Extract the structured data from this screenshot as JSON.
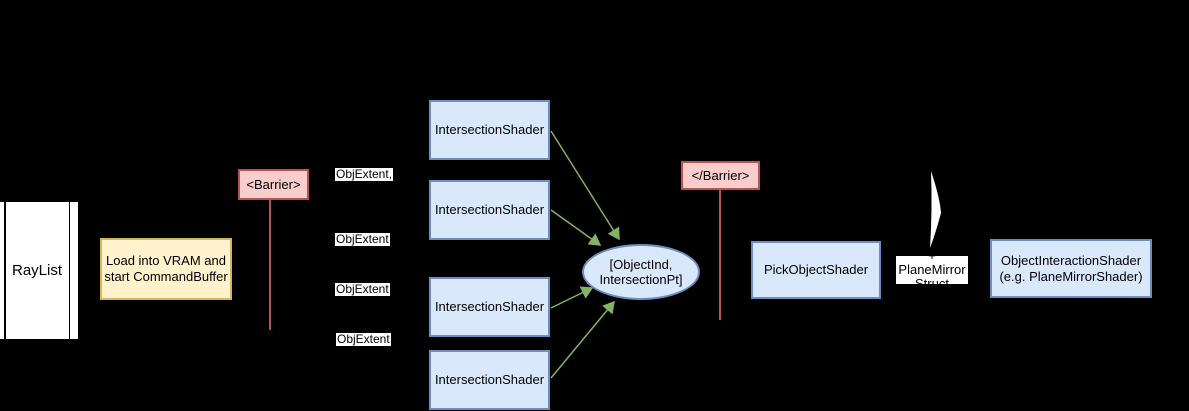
{
  "colors": {
    "background": "#000000",
    "blue_fill": "#dae8fc",
    "blue_border": "#6c8ebf",
    "yellow_fill": "#fff2cc",
    "yellow_border": "#d6b656",
    "pink_fill": "#f8cecc",
    "pink_border": "#b85450",
    "green_arrow": "#82b366",
    "white": "#ffffff"
  },
  "diagram": {
    "raylist": {
      "label": "RayList"
    },
    "load_vram": {
      "label": "Load into VRAM and\nstart CommandBuffer"
    },
    "barrier_open": {
      "label": "<Barrier>"
    },
    "obj_extent_labels": [
      "ObjExtent,",
      "ObjExtent",
      "ObjExtent",
      "ObjExtent"
    ],
    "intersection_shaders": [
      "IntersectionShader",
      "IntersectionShader",
      "IntersectionShader",
      "IntersectionShader"
    ],
    "result_ellipse": {
      "label": "[ObjectInd,\nIntersectionPt]"
    },
    "barrier_close": {
      "label": "</Barrier>"
    },
    "pick_object": {
      "label": "PickObjectShader"
    },
    "plane_mirror": {
      "label": "+ PlaneMirror\nStruct"
    },
    "object_interaction": {
      "label": "ObjectInteractionShader\n(e.g. PlaneMirrorShader)"
    }
  }
}
